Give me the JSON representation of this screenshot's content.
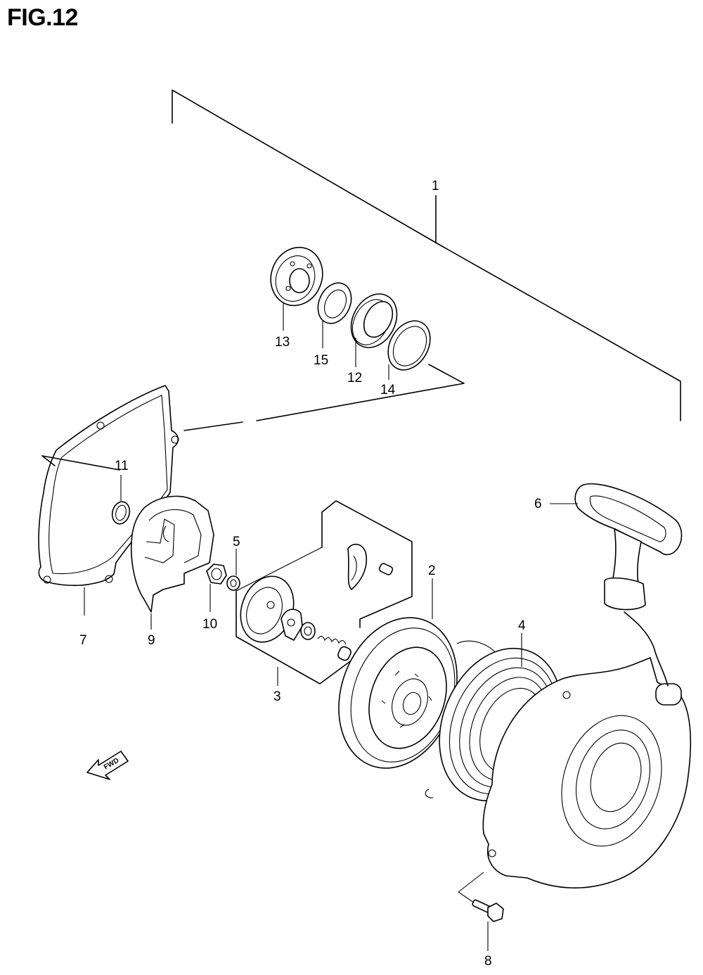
{
  "figure": {
    "title": "FIG.12"
  },
  "callouts": [
    {
      "id": "c1",
      "text": "1"
    },
    {
      "id": "c2",
      "text": "2"
    },
    {
      "id": "c3",
      "text": "3"
    },
    {
      "id": "c4",
      "text": "4"
    },
    {
      "id": "c5",
      "text": "5"
    },
    {
      "id": "c6",
      "text": "6"
    },
    {
      "id": "c7",
      "text": "7"
    },
    {
      "id": "c8",
      "text": "8"
    },
    {
      "id": "c9",
      "text": "9"
    },
    {
      "id": "c10",
      "text": "10"
    },
    {
      "id": "c11",
      "text": "11"
    },
    {
      "id": "c12",
      "text": "12"
    },
    {
      "id": "c13",
      "text": "13"
    },
    {
      "id": "c14",
      "text": "14"
    },
    {
      "id": "c15",
      "text": "15"
    }
  ],
  "direction_arrow": {
    "text": "FWD",
    "icon": "forward-arrow-icon"
  }
}
